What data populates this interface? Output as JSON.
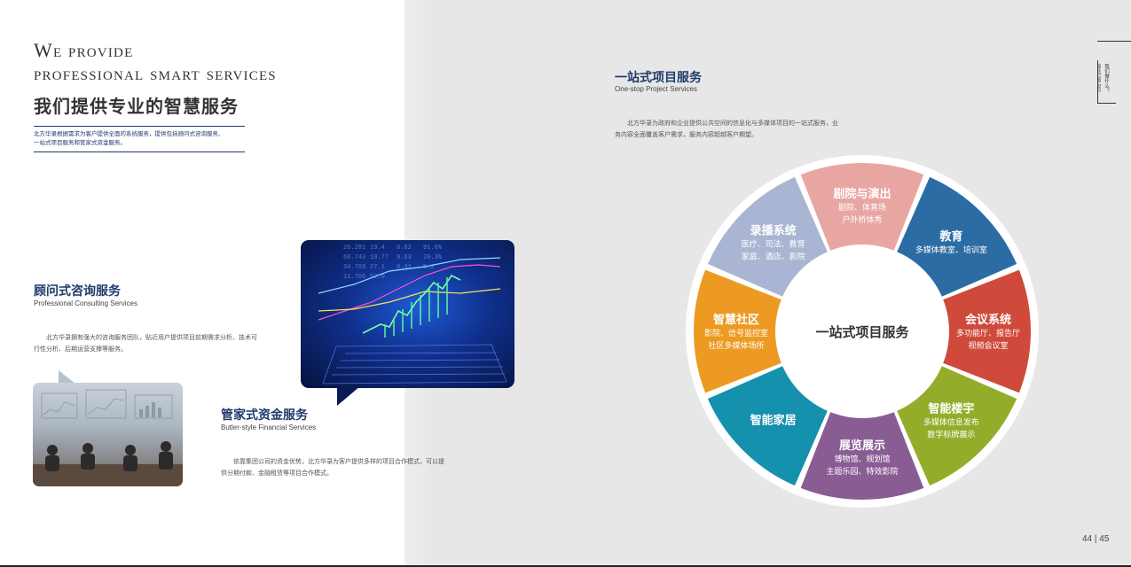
{
  "left": {
    "en_title_line1": "We provide",
    "en_title_line2": "professional smart services",
    "cn_title": "我们提供专业的智慧服务",
    "intro_line1": "北方华录根据需求为客户提供全面的系统服务，提供包括顾问式咨询服务、",
    "intro_line2": "一站式项目服务和管家式资金服务。",
    "consulting": {
      "title": "顾问式咨询服务",
      "subtitle": "Professional Consulting Services",
      "text_line1": "北方华录拥有强大的咨询服务团队，贴近用户提供项目前期需求分析、技术可",
      "text_line2": "行性分析、后期运营支撑等服务。"
    },
    "financial": {
      "title": "管家式资金服务",
      "subtitle": "Butler-style Financial Services",
      "text_line1": "依靠集团公司的资金优势，北方华录为客户提供多样的项目合作模式，可以提",
      "text_line2": "供分期付款、金融租赁等项目合作模式。"
    },
    "screen_numbers": [
      "26.281",
      "19.4",
      "0.62",
      "91.6%",
      "68.743",
      "19.77",
      "9.63",
      "20.3%",
      "34.769",
      "27.1",
      "0.41",
      "5.2",
      "11.706",
      "52.0"
    ]
  },
  "right": {
    "title": "一站式项目服务",
    "subtitle": "One-stop Project Services",
    "text_line1": "北方华录为政府和企业提供公共空间的信息化与多媒体项目的一站式服务，业",
    "text_line2": "务内容全面覆盖客户需求，服务内容超越客户期望。",
    "tab_cn": "我们做什么？",
    "tab_en": "WHAT WE DO?",
    "page_number": "44 | 45",
    "wheel_center": "一站式项目服务",
    "segments": [
      {
        "title": "剧院与演出",
        "lines": [
          "剧院、体育场",
          "户外桥体秀"
        ],
        "color": "#e8a6a3"
      },
      {
        "title": "教育",
        "lines": [
          "多媒体教室、培训室"
        ],
        "color": "#2c6ca4"
      },
      {
        "title": "会议系统",
        "lines": [
          "多功能厅、报告厅",
          "视频会议室"
        ],
        "color": "#cf4a3a"
      },
      {
        "title": "智能楼宇",
        "lines": [
          "多媒体信息发布",
          "数字标牌展示"
        ],
        "color": "#93ad2a"
      },
      {
        "title": "展览展示",
        "lines": [
          "博物馆、规划馆",
          "主题乐园、特效影院"
        ],
        "color": "#8a5c94"
      },
      {
        "title": "智能家居",
        "lines": [],
        "color": "#1590ad"
      },
      {
        "title": "智慧社区",
        "lines": [
          "影院、信号监控室",
          "社区多媒体场所"
        ],
        "color": "#ec9a22"
      },
      {
        "title": "录播系统",
        "lines": [
          "医疗、司法、教育",
          "家庭、酒店、影院"
        ],
        "color": "#a9b5d2"
      }
    ]
  }
}
